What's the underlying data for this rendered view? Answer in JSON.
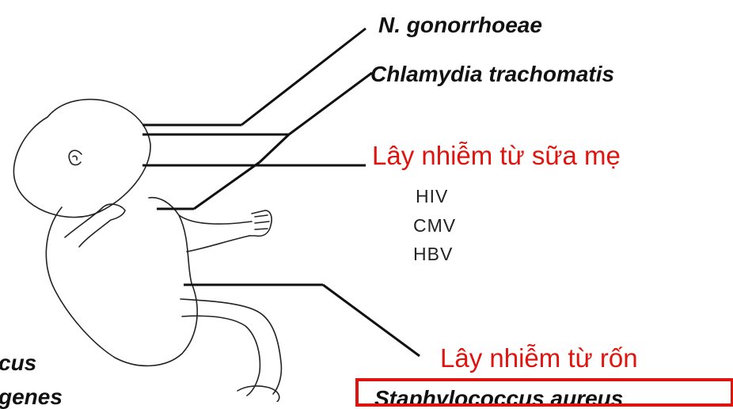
{
  "labels": {
    "n_gonorrhoeae": "N. gonorrhoeae",
    "chlamydia": "Chlamydia trachomatis",
    "breast_milk": "Lây nhiễm từ sữa mẹ",
    "umbilical": "Lây nhiễm từ rốn",
    "staph": "Staphylococcus aureus",
    "left_cut_1": "cus",
    "left_cut_2": "genes"
  },
  "viruses": [
    "HIV",
    "CMV",
    "HBV"
  ],
  "colors": {
    "route_text": "#e0140f",
    "box_border": "#e0140f",
    "line": "#111111"
  }
}
